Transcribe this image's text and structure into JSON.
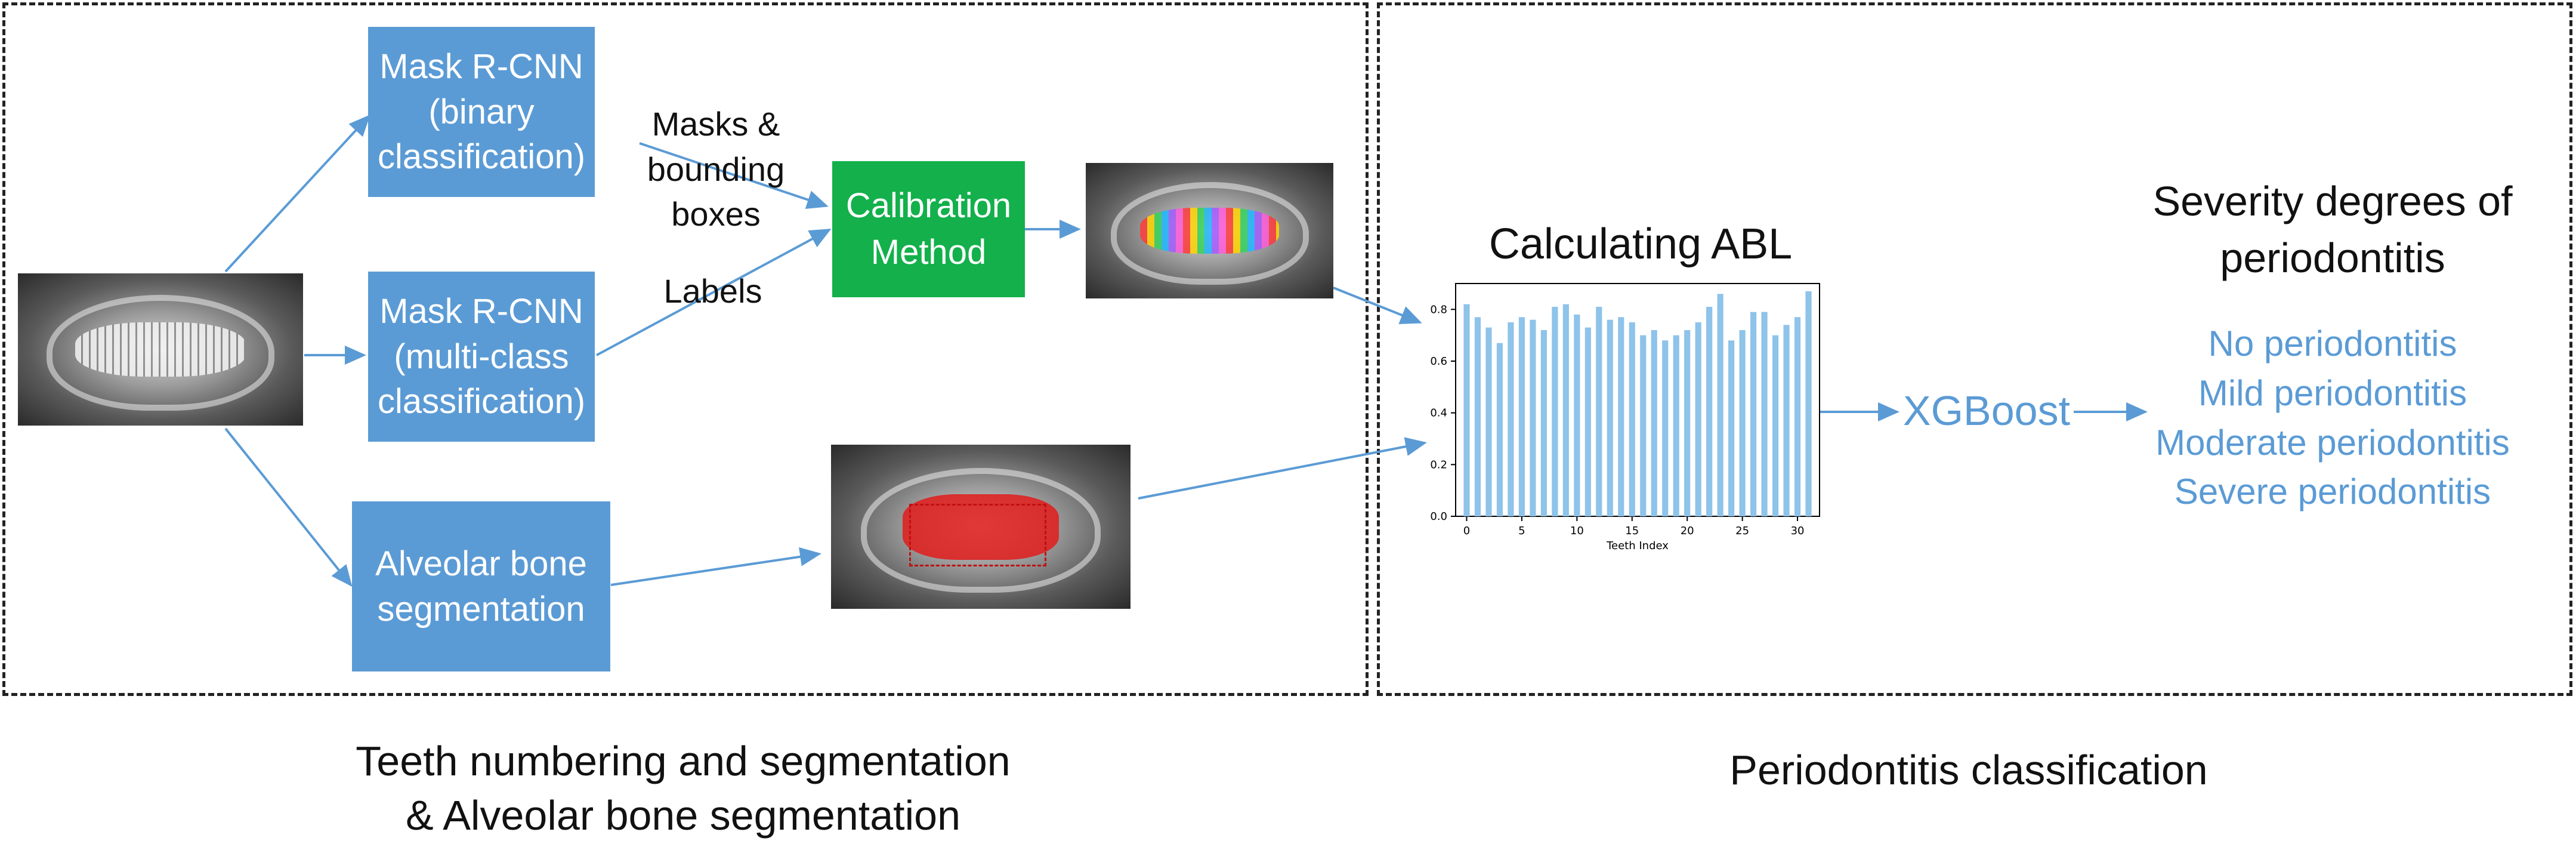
{
  "left_panel": {
    "box1_label": "Mask R-CNN\n(binary\nclassification)",
    "box2_label": "Mask R-CNN\n(multi-class\nclassification)",
    "box3_label": "Alveolar bone\nsegmentation",
    "masks_label": "Masks &\nbounding\nboxes",
    "labels_label": "Labels",
    "calibration_label": "Calibration\nMethod",
    "caption": "Teeth numbering and segmentation\n& Alveolar bone segmentation"
  },
  "right_panel": {
    "abl_title": "Calculating ABL",
    "xgboost_label": "XGBoost",
    "severity_title": "Severity degrees of\nperiodontitis",
    "classes": [
      "No periodontitis",
      "Mild periodontitis",
      "Moderate periodontitis",
      "Severe periodontitis"
    ],
    "caption": "Periodontitis classification"
  },
  "colors": {
    "box_blue": "#5b9bd5",
    "box_green": "#13b04b",
    "arrow": "#5b9bd5",
    "bar": "#8ec3ea",
    "class_text": "#5b9bd5"
  },
  "chart_data": {
    "type": "bar",
    "xlabel": "Teeth Index",
    "ylabel": "",
    "ylim": [
      0,
      0.9
    ],
    "xlim": [
      -1,
      32
    ],
    "xticks": [
      0,
      5,
      10,
      15,
      20,
      25,
      30
    ],
    "yticks": [
      0.0,
      0.2,
      0.4,
      0.6,
      0.8
    ],
    "ytick_labels": [
      "0.0",
      "0.2",
      "0.4",
      "0.6",
      "0.8"
    ],
    "categories": [
      0,
      1,
      2,
      3,
      4,
      5,
      6,
      7,
      8,
      9,
      10,
      11,
      12,
      13,
      14,
      15,
      16,
      17,
      18,
      19,
      20,
      21,
      22,
      23,
      24,
      25,
      26,
      27,
      28,
      29,
      30,
      31
    ],
    "values": [
      0.82,
      0.77,
      0.73,
      0.67,
      0.75,
      0.77,
      0.76,
      0.72,
      0.81,
      0.82,
      0.78,
      0.73,
      0.81,
      0.76,
      0.77,
      0.75,
      0.7,
      0.72,
      0.68,
      0.7,
      0.72,
      0.75,
      0.81,
      0.86,
      0.68,
      0.72,
      0.79,
      0.79,
      0.7,
      0.74,
      0.77,
      0.87
    ]
  }
}
